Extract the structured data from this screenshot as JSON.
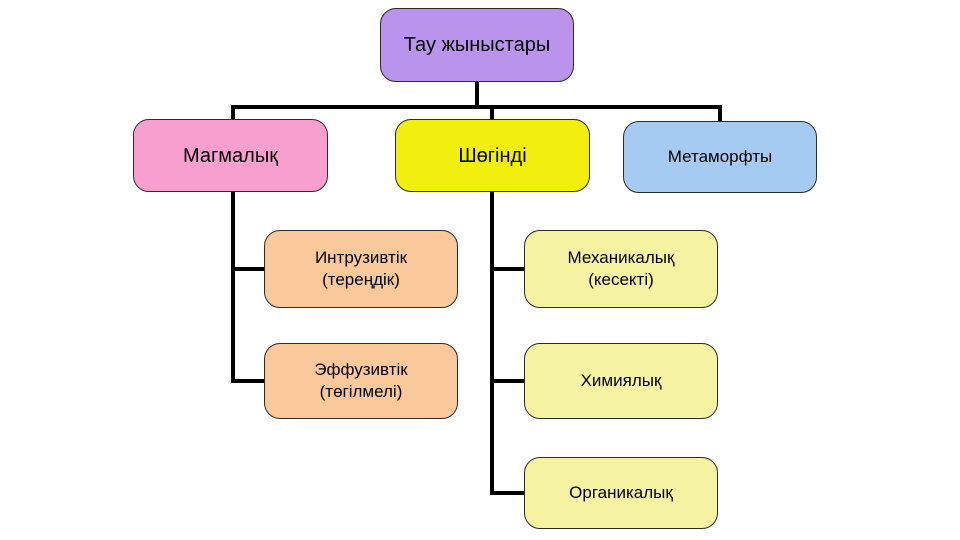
{
  "diagram": {
    "title": "Тау жыныстары",
    "line_color": "#000000",
    "root": {
      "label": "Тау жыныстары",
      "color": "#b993ec"
    },
    "branches": [
      {
        "label": "Магмалық",
        "color": "#f99fd0",
        "children": [
          {
            "label": "Интрузивтік",
            "sublabel": "(тереңдік)",
            "color": "#f9c99b"
          },
          {
            "label": "Эффузивтік",
            "sublabel": "(төгілмелі)",
            "color": "#f9c99b"
          }
        ]
      },
      {
        "label": "Шөгінді",
        "color": "#f2ee0d",
        "children": [
          {
            "label": "Механикалық",
            "sublabel": "(кесекті)",
            "color": "#f5f2a2"
          },
          {
            "label": "Химиялық",
            "sublabel": "",
            "color": "#f5f2a2"
          },
          {
            "label": "Органикалық",
            "sublabel": "",
            "color": "#f5f2a2"
          }
        ]
      },
      {
        "label": "Метаморфты",
        "color": "#a5cbf2",
        "children": []
      }
    ]
  }
}
